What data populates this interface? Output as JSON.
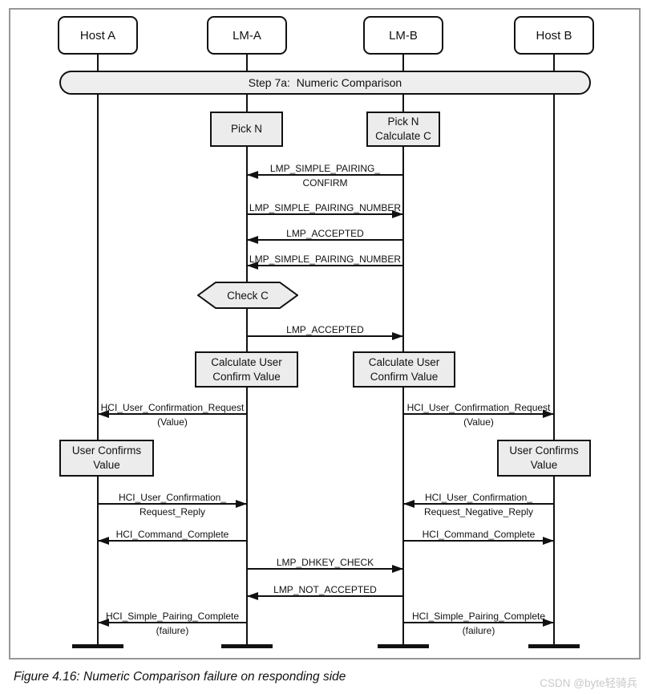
{
  "banner": {
    "label": "Step 7a:  Numeric Comparison"
  },
  "actors": [
    {
      "label": "Host A"
    },
    {
      "label": "LM-A"
    },
    {
      "label": "LM-B"
    },
    {
      "label": "Host B"
    }
  ],
  "boxes": {
    "pick_n": {
      "line1": "Pick N"
    },
    "pick_n_calc": {
      "line1": "Pick N",
      "line2": "Calculate C"
    },
    "check_c": {
      "label": "Check C"
    },
    "calc_user_a": {
      "line1": "Calculate User",
      "line2": "Confirm Value"
    },
    "calc_user_b": {
      "line1": "Calculate User",
      "line2": "Confirm Value"
    },
    "user_confirms_a": {
      "line1": "User Confirms",
      "line2": "Value"
    },
    "user_confirms_b": {
      "line1": "User Confirms",
      "line2": "Value"
    }
  },
  "messages": [
    {
      "from": "LM-B",
      "to": "LM-A",
      "label": "LMP_SIMPLE_PAIRING_",
      "label2": "CONFIRM"
    },
    {
      "from": "LM-A",
      "to": "LM-B",
      "label": "LMP_SIMPLE_PAIRING_NUMBER"
    },
    {
      "from": "LM-B",
      "to": "LM-A",
      "label": "LMP_ACCEPTED"
    },
    {
      "from": "LM-B",
      "to": "LM-A",
      "label": "LMP_SIMPLE_PAIRING_NUMBER"
    },
    {
      "from": "LM-A",
      "to": "LM-B",
      "label": "LMP_ACCEPTED"
    },
    {
      "from": "LM-A",
      "to": "Host A",
      "label": "HCI_User_Confirmation_Request",
      "label2": "(Value)"
    },
    {
      "from": "LM-B",
      "to": "Host B",
      "label": "HCI_User_Confirmation_Request",
      "label2": "(Value)"
    },
    {
      "from": "Host A",
      "to": "LM-A",
      "label": "HCI_User_Confirmation_",
      "label2": "Request_Reply"
    },
    {
      "from": "Host B",
      "to": "LM-B",
      "label": "HCI_User_Confirmation_",
      "label2": "Request_Negative_Reply"
    },
    {
      "from": "LM-A",
      "to": "Host A",
      "label": "HCI_Command_Complete"
    },
    {
      "from": "LM-B",
      "to": "Host B",
      "label": "HCI_Command_Complete"
    },
    {
      "from": "LM-A",
      "to": "LM-B",
      "label": "LMP_DHKEY_CHECK"
    },
    {
      "from": "LM-B",
      "to": "LM-A",
      "label": "LMP_NOT_ACCEPTED"
    },
    {
      "from": "LM-A",
      "to": "Host A",
      "label": "HCI_Simple_Pairing_Complete",
      "label2": "(failure)"
    },
    {
      "from": "LM-B",
      "to": "Host B",
      "label": "HCI_Simple_Pairing_Complete",
      "label2": "(failure)"
    }
  ],
  "caption": "Figure 4.16: Numeric Comparison failure on responding side",
  "watermark": "CSDN @byte轻骑兵"
}
